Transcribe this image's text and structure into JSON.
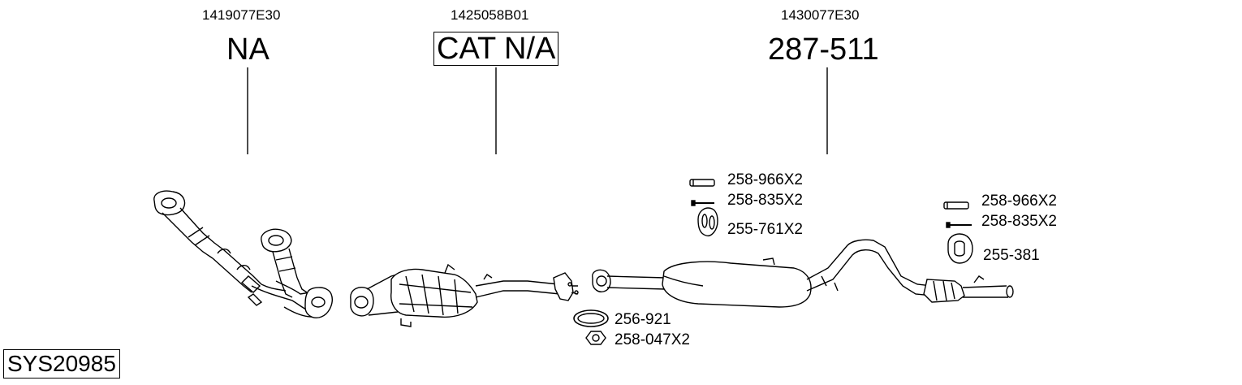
{
  "oem_numbers": [
    "1419077E30",
    "1425058B01",
    "1430077E30"
  ],
  "section_labels": [
    "NA",
    "CAT N/A",
    "287-511"
  ],
  "parts": [
    {
      "label": "256-921",
      "icon": "gasket-ring-icon"
    },
    {
      "label": "258-047X2",
      "icon": "hex-nut-icon"
    },
    {
      "label": "258-966X2",
      "icon": "rubber-sleeve-icon"
    },
    {
      "label": "258-835X2",
      "icon": "bolt-icon"
    },
    {
      "label": "255-761X2",
      "icon": "rubber-hanger-icon"
    },
    {
      "label": "258-966X2",
      "icon": "rubber-sleeve-icon"
    },
    {
      "label": "258-835X2",
      "icon": "bolt-icon"
    },
    {
      "label": "255-381",
      "icon": "rubber-hanger-icon"
    }
  ],
  "system_id": "SYS20985"
}
